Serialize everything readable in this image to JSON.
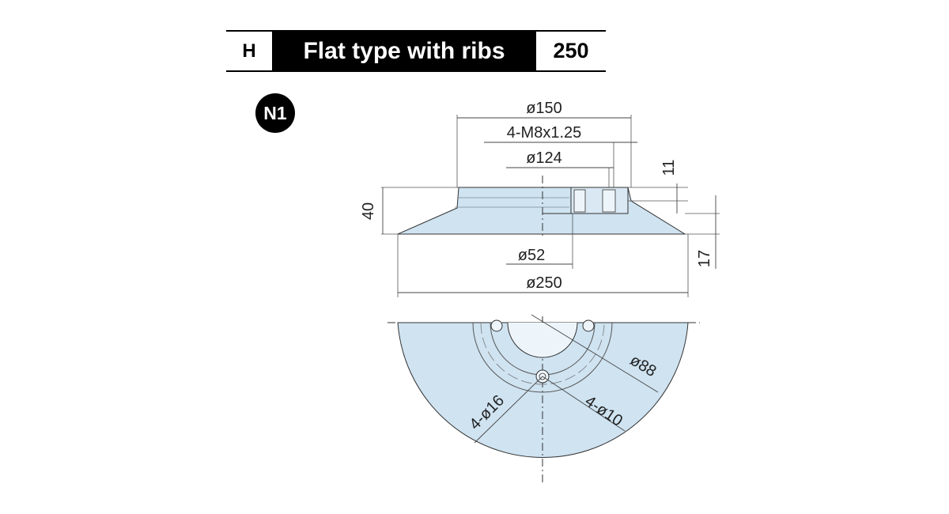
{
  "header": {
    "series": "H",
    "title": "Flat type with ribs",
    "size": "250"
  },
  "model_badge": "N1",
  "dimensions": {
    "d150": "ø150",
    "thread": "4-M8x1.25",
    "d124": "ø124",
    "h11": "11",
    "h40": "40",
    "d52": "ø52",
    "h17": "17",
    "d250": "ø250",
    "d88": "ø88",
    "holes16": "4-ø16",
    "holes10": "4-ø10"
  },
  "colors": {
    "part_fill": "#cfe3f1",
    "line": "#333333",
    "header_bg": "#000000"
  }
}
